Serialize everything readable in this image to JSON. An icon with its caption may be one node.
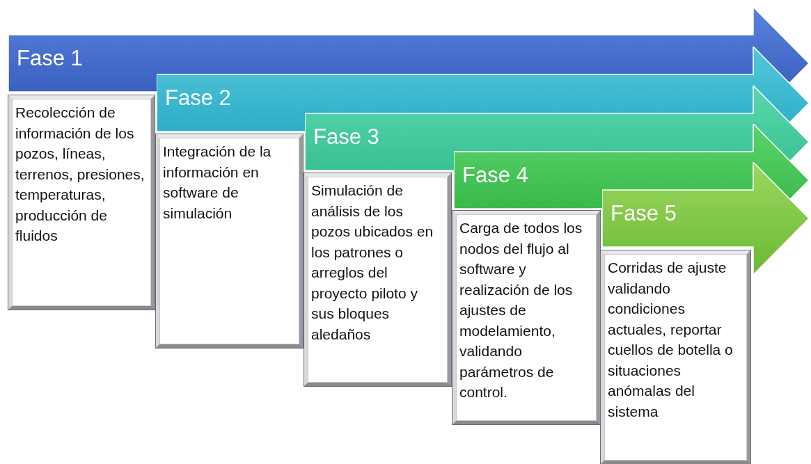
{
  "diagram": {
    "nodes": [
      {
        "text": [
          "Fase 1"
        ]
      },
      {
        "text": [
          "Recolección de información de los pozos, líneas, terrenos, presiones, temperaturas, producción de fluidos"
        ]
      },
      {
        "text": [
          "Fase 2"
        ]
      },
      {
        "text": [
          "Integración de la información en software de simulación"
        ]
      },
      {
        "text": [
          "Fase 3"
        ]
      },
      {
        "text": [
          "Simulación de análisis de los pozos ubicados en los patrones o arreglos del proyecto piloto y sus bloques aledaños"
        ]
      },
      {
        "text": [
          "Fase 4"
        ]
      },
      {
        "text": [
          "Carga de todos los nodos del flujo al software y realización de los ajustes de modelamiento, validando parámetros de control."
        ]
      },
      {
        "text": [
          "Fase 5"
        ]
      },
      {
        "text": [
          "Corridas de ajuste validando condiciones actuales, reportar cuellos de botella o situaciones anómalas del sistema"
        ]
      }
    ]
  }
}
